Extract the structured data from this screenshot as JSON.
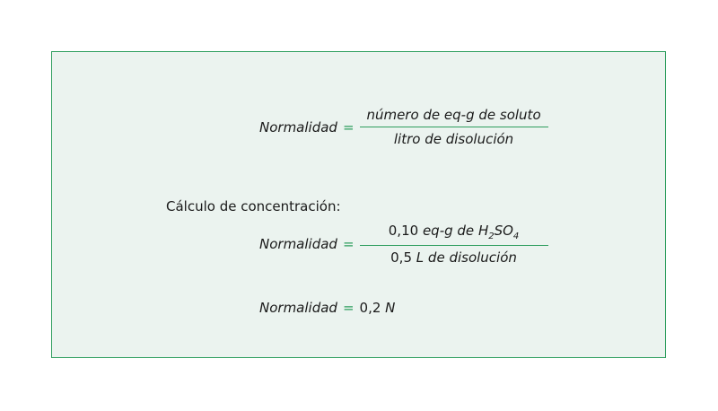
{
  "formula_definition": {
    "lhs": "Normalidad",
    "equals": "=",
    "numerator": "número de eq-g de soluto",
    "denominator": "litro de disolución"
  },
  "section_label": "Cálculo de concentración:",
  "formula_calculation": {
    "lhs": "Normalidad",
    "equals": "=",
    "numerator": {
      "value": "0,10",
      "unit": "eq-g de",
      "formula_h": "H",
      "formula_sub2": "2",
      "formula_so": "SO",
      "formula_sub4": "4"
    },
    "denominator": {
      "value": "0,5",
      "unit_l": "L",
      "rest": "de disolución"
    }
  },
  "formula_result": {
    "lhs": "Normalidad",
    "equals": "=",
    "value": "0,2",
    "unit": "N"
  },
  "colors": {
    "accent_green": "#2e9e5e",
    "panel_background": "#ebf3ef"
  }
}
